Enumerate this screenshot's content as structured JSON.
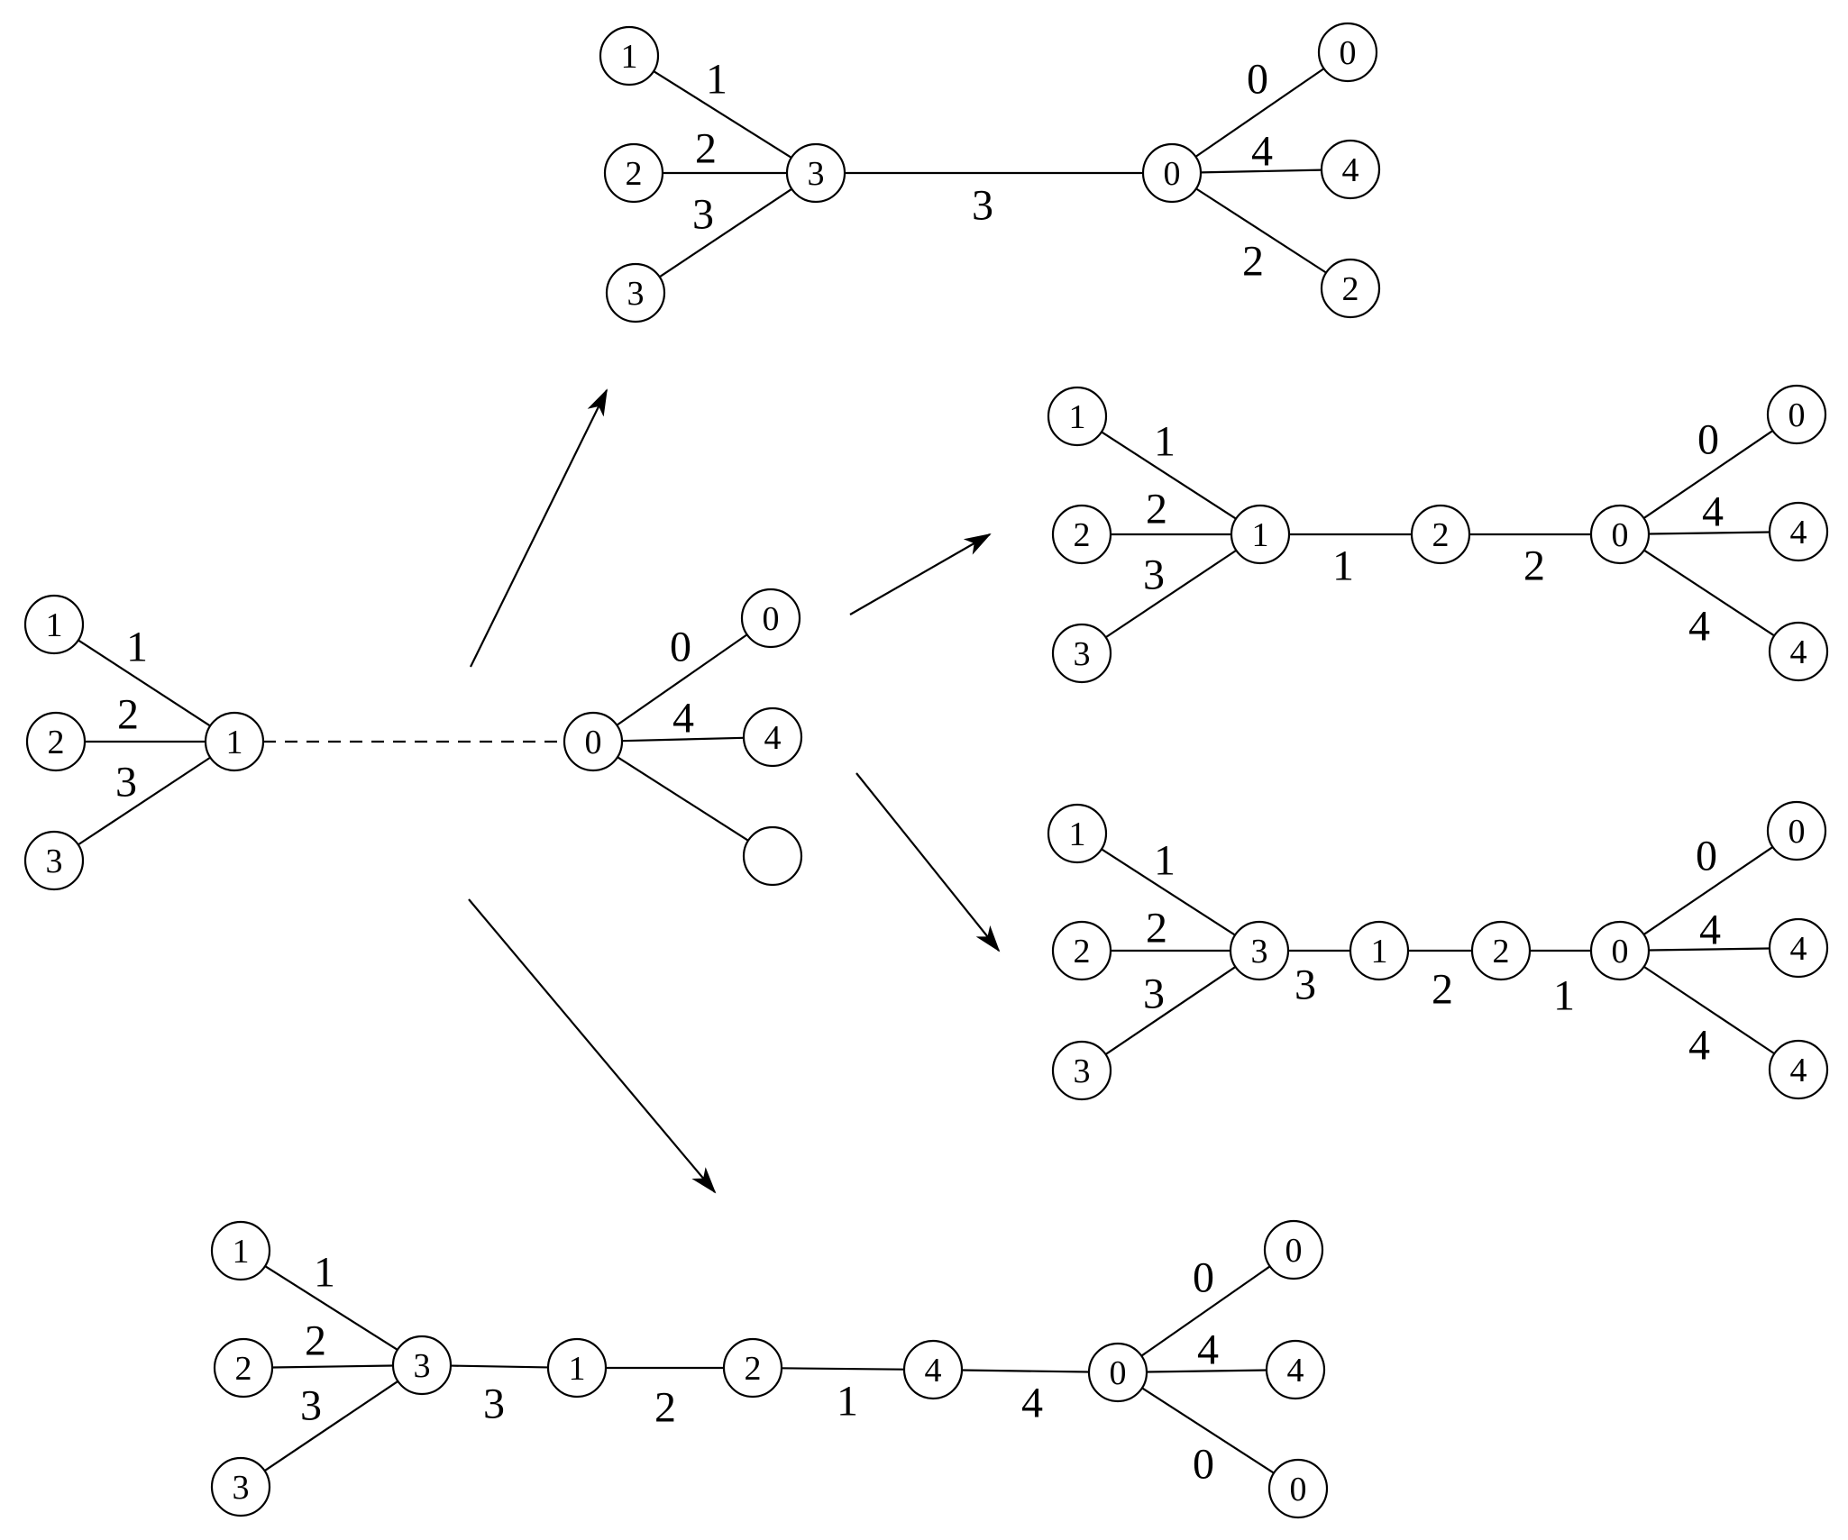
{
  "graphs": [
    {
      "id": "initial",
      "nodes": [
        "1",
        "2",
        "3",
        "1",
        "0",
        "0",
        "4",
        ""
      ],
      "edges": [
        {
          "label": "1"
        },
        {
          "label": "2"
        },
        {
          "label": "3"
        },
        {
          "label": ""
        },
        {
          "label": "0"
        },
        {
          "label": "4"
        },
        {
          "label": ""
        }
      ]
    },
    {
      "id": "top",
      "nodes": [
        "1",
        "2",
        "3",
        "3",
        "0",
        "0",
        "4",
        "2"
      ],
      "edges": [
        {
          "label": "1"
        },
        {
          "label": "2"
        },
        {
          "label": "3"
        },
        {
          "label": "3"
        },
        {
          "label": "0"
        },
        {
          "label": "4"
        },
        {
          "label": "2"
        }
      ]
    },
    {
      "id": "middle-right",
      "nodes": [
        "1",
        "2",
        "3",
        "1",
        "2",
        "0",
        "0",
        "4",
        "4"
      ],
      "edges": [
        {
          "label": "1"
        },
        {
          "label": "2"
        },
        {
          "label": "3"
        },
        {
          "label": "1"
        },
        {
          "label": "2"
        },
        {
          "label": "0"
        },
        {
          "label": "4"
        },
        {
          "label": "4"
        }
      ]
    },
    {
      "id": "lower-right",
      "nodes": [
        "1",
        "2",
        "3",
        "3",
        "1",
        "2",
        "0",
        "0",
        "4",
        "4"
      ],
      "edges": [
        {
          "label": "1"
        },
        {
          "label": "2"
        },
        {
          "label": "3"
        },
        {
          "label": "3"
        },
        {
          "label": "2"
        },
        {
          "label": "1"
        },
        {
          "label": "0"
        },
        {
          "label": "4"
        },
        {
          "label": "4"
        }
      ]
    },
    {
      "id": "bottom",
      "nodes": [
        "1",
        "2",
        "3",
        "3",
        "1",
        "2",
        "4",
        "0",
        "0",
        "4",
        "0"
      ],
      "edges": [
        {
          "label": "1"
        },
        {
          "label": "2"
        },
        {
          "label": "3"
        },
        {
          "label": "3"
        },
        {
          "label": "2"
        },
        {
          "label": "1"
        },
        {
          "label": "4"
        },
        {
          "label": "0"
        },
        {
          "label": "4"
        },
        {
          "label": "0"
        }
      ]
    }
  ]
}
